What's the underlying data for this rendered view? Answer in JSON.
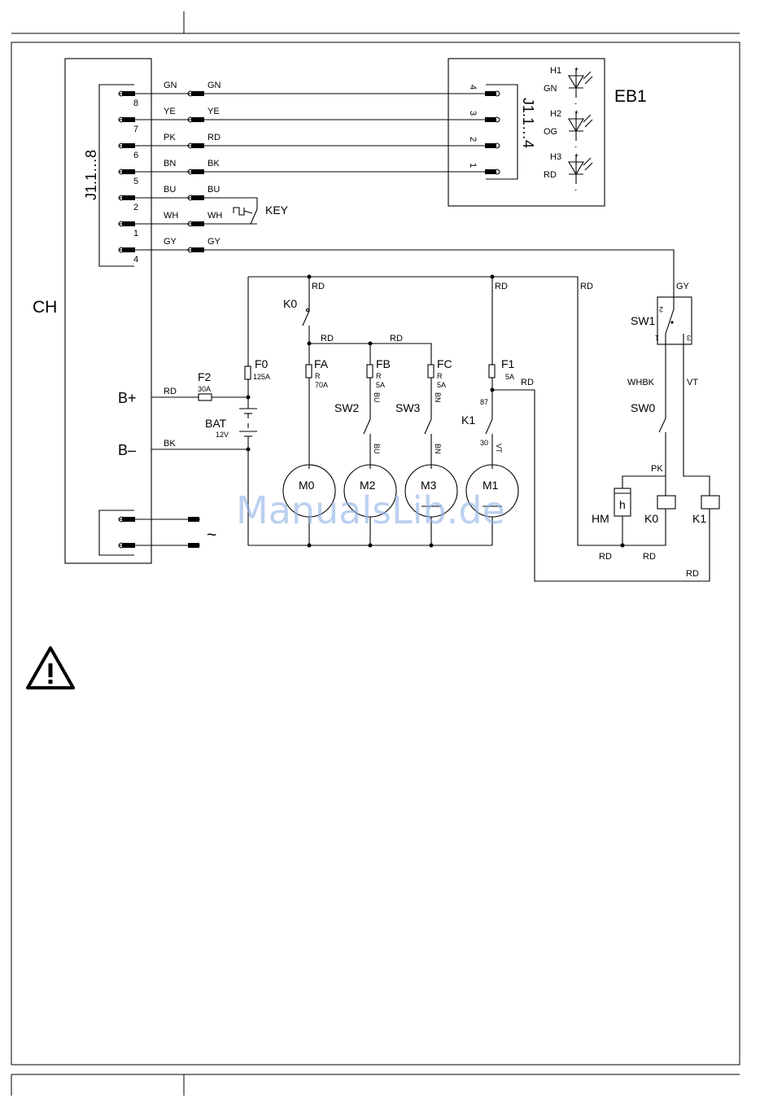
{
  "watermark": "ManualsLib.de",
  "labels": {
    "ch": "CH",
    "j1_8": "J1.1…8",
    "j1_4": "J1.1…4",
    "eb1": "EB1",
    "key": "KEY",
    "bplus": "B+",
    "bminus": "B–",
    "bat": "BAT",
    "bat_v": "12V",
    "f2": "F2",
    "f2_r": "30A",
    "f0": "F0",
    "f0_r": "125A",
    "fa": "FA",
    "fa_r": "R",
    "fa_a": "70A",
    "fb": "FB",
    "fb_r": "R",
    "fb_a": "5A",
    "fc": "FC",
    "fc_r": "R",
    "fc_a": "5A",
    "f1": "F1",
    "f1_a": "5A",
    "k0_sw": "K0",
    "k1_sw": "K1",
    "k1_87": "87",
    "k1_30": "30",
    "sw0": "SW0",
    "sw1": "SW1",
    "sw2": "SW2",
    "sw3": "SW3",
    "hm": "HM",
    "h": "h",
    "k0_coil": "K0",
    "k1_coil": "K1",
    "m0": "M0",
    "m1": "M1",
    "m2": "M2",
    "m3": "M3",
    "h1": "H1",
    "h2": "H2",
    "h3": "H3",
    "gn": "GN",
    "og": "OG",
    "rd": "RD",
    "ac": "~",
    "sw1_2": "2",
    "sw1_1": "1",
    "sw1_3": "3"
  },
  "connector_left": {
    "pins": [
      "8",
      "7",
      "6",
      "5",
      "2",
      "1",
      "4"
    ],
    "wires_left": [
      "GN",
      "YE",
      "PK",
      "BN",
      "BU",
      "WH",
      "GY"
    ],
    "wires_right": [
      "GN",
      "YE",
      "RD",
      "BK",
      "BU",
      "WH",
      "GY"
    ]
  },
  "connector_right": {
    "pins": [
      "4",
      "3",
      "2",
      "1"
    ]
  },
  "wire_labels": {
    "rd_top1": "RD",
    "rd_top2": "RD",
    "rd_top3": "RD",
    "rd_k0a": "RD",
    "rd_k0b": "RD",
    "rd_bplus": "RD",
    "bk_bminus": "BK",
    "rd_f1": "RD",
    "gy_sw1": "GY",
    "whbk": "WHBK",
    "vt": "VT",
    "pk": "PK",
    "bu_fb": "BU",
    "bn_fc": "BN",
    "bu_sw2": "BU",
    "bn_sw3": "BN",
    "vt_k1": "VT",
    "rd_b1": "RD",
    "rd_b2": "RD",
    "rd_b3": "RD"
  }
}
